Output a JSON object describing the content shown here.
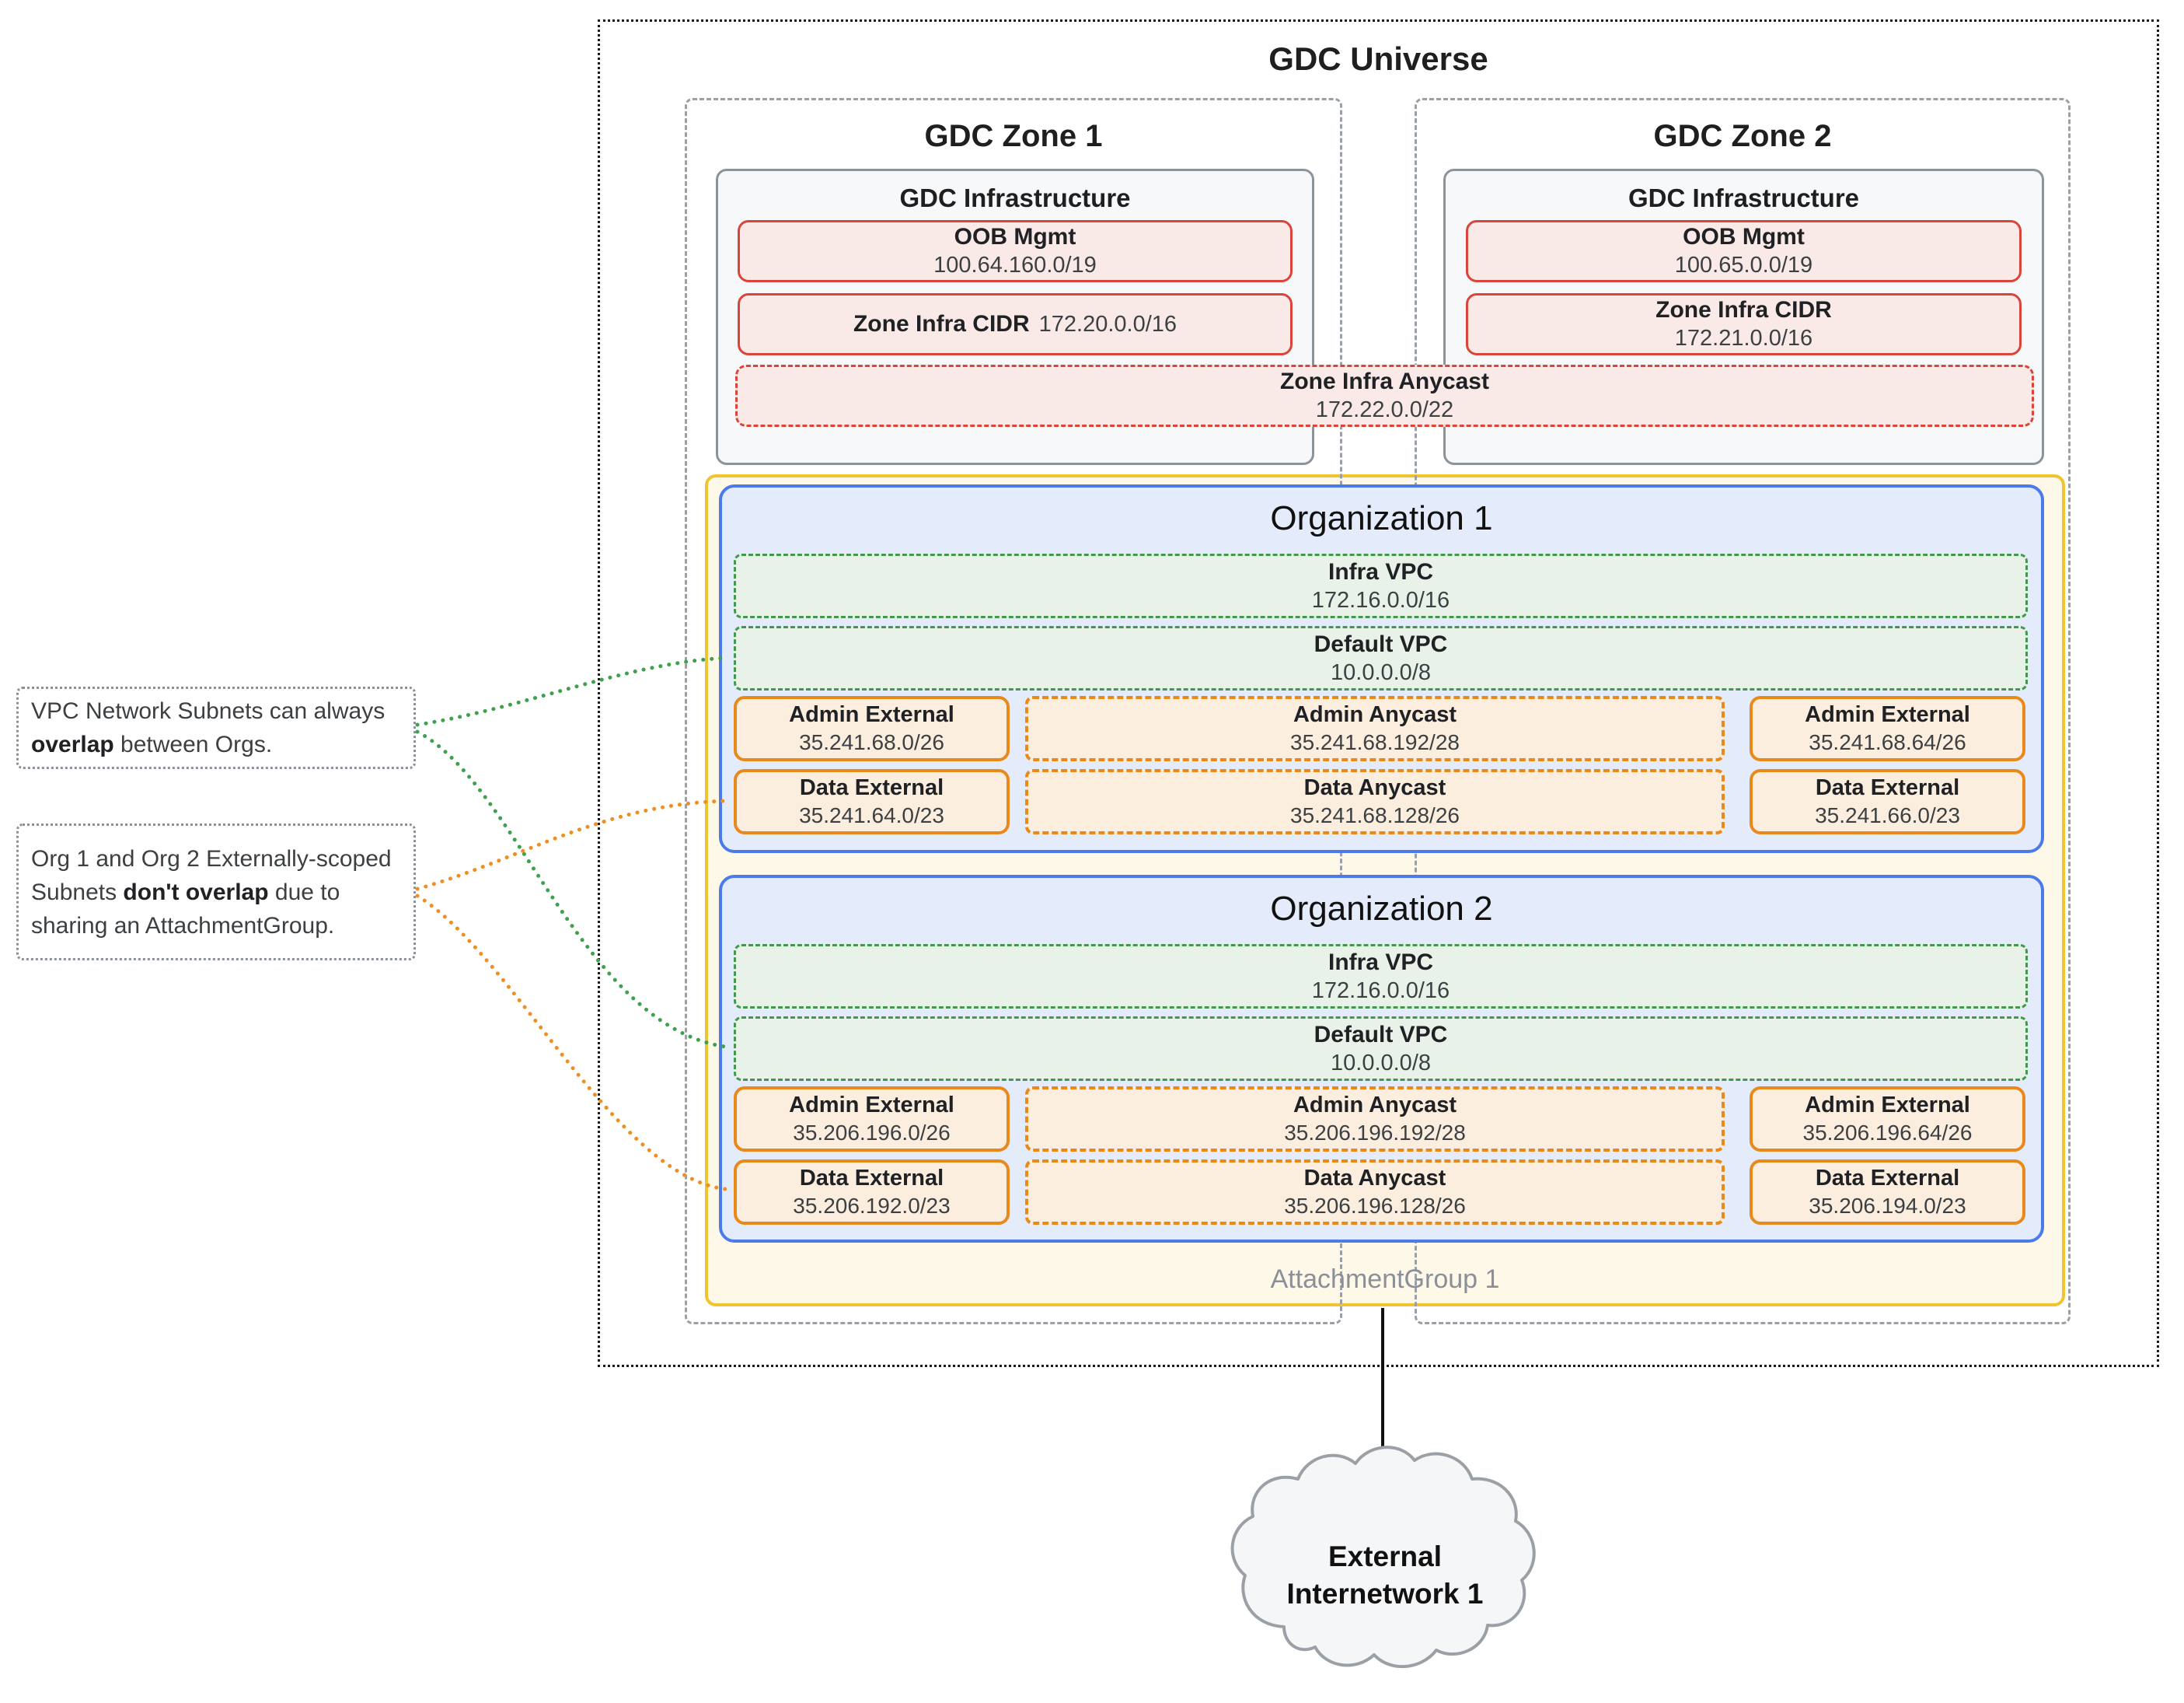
{
  "universe": {
    "title": "GDC Universe"
  },
  "zones": [
    {
      "title": "GDC Zone 1",
      "infrastructure": {
        "title": "GDC Infrastructure",
        "oob_label": "OOB Mgmt",
        "oob_cidr": "100.64.160.0/19",
        "infra_cidr_label": "Zone Infra CIDR",
        "infra_cidr": "172.20.0.0/16"
      }
    },
    {
      "title": "GDC Zone 2",
      "infrastructure": {
        "title": "GDC Infrastructure",
        "oob_label": "OOB Mgmt",
        "oob_cidr": "100.65.0.0/19",
        "infra_cidr_label": "Zone Infra CIDR",
        "infra_cidr": "172.21.0.0/16"
      }
    }
  ],
  "anycast": {
    "label": "Zone Infra Anycast",
    "cidr": "172.22.0.0/22"
  },
  "attachment_group": {
    "label": "AttachmentGroup 1"
  },
  "organizations": [
    {
      "title": "Organization 1",
      "infra_vpc_label": "Infra VPC",
      "infra_vpc_cidr": "172.16.0.0/16",
      "default_vpc_label": "Default VPC",
      "default_vpc_cidr": "10.0.0.0/8",
      "admin_ext_left_label": "Admin External",
      "admin_ext_left_cidr": "35.241.68.0/26",
      "admin_anycast_label": "Admin Anycast",
      "admin_anycast_cidr": "35.241.68.192/28",
      "admin_ext_right_label": "Admin External",
      "admin_ext_right_cidr": "35.241.68.64/26",
      "data_ext_left_label": "Data External",
      "data_ext_left_cidr": "35.241.64.0/23",
      "data_anycast_label": "Data Anycast",
      "data_anycast_cidr": "35.241.68.128/26",
      "data_ext_right_label": "Data External",
      "data_ext_right_cidr": "35.241.66.0/23"
    },
    {
      "title": "Organization 2",
      "infra_vpc_label": "Infra VPC",
      "infra_vpc_cidr": "172.16.0.0/16",
      "default_vpc_label": "Default VPC",
      "default_vpc_cidr": "10.0.0.0/8",
      "admin_ext_left_label": "Admin External",
      "admin_ext_left_cidr": "35.206.196.0/26",
      "admin_anycast_label": "Admin Anycast",
      "admin_anycast_cidr": "35.206.196.192/28",
      "admin_ext_right_label": "Admin External",
      "admin_ext_right_cidr": "35.206.196.64/26",
      "data_ext_left_label": "Data External",
      "data_ext_left_cidr": "35.206.192.0/23",
      "data_anycast_label": "Data Anycast",
      "data_anycast_cidr": "35.206.196.128/26",
      "data_ext_right_label": "Data External",
      "data_ext_right_cidr": "35.206.194.0/23"
    }
  ],
  "annotations": [
    {
      "lines": [
        {
          "pre": "VPC Network Subnets can always",
          "bold": "",
          "post": ""
        },
        {
          "pre": "",
          "bold": "overlap",
          "post": " between Orgs."
        }
      ]
    },
    {
      "lines": [
        {
          "pre": "Org 1 and Org 2 Externally-scoped",
          "bold": "",
          "post": ""
        },
        {
          "pre": "Subnets ",
          "bold": "don't overlap",
          "post": " due to"
        },
        {
          "pre": "sharing an AttachmentGroup.",
          "bold": "",
          "post": ""
        }
      ]
    }
  ],
  "external_network": {
    "line1": "External",
    "line2": "Internetwork 1"
  },
  "colors": {
    "red_border": "#d9453a",
    "red_fill": "#f9e9e7",
    "green_border": "#44984e",
    "green_fill": "#e9f2e9",
    "orange_border": "#e8891c",
    "orange_fill": "#fbeede",
    "blue_border": "#4b7be8",
    "blue_fill": "#e4ebfa",
    "yellow_border": "#f0c330",
    "yellow_fill": "#fdf8e8",
    "connector_green": "#3fa14f",
    "connector_orange": "#ee8f24"
  }
}
